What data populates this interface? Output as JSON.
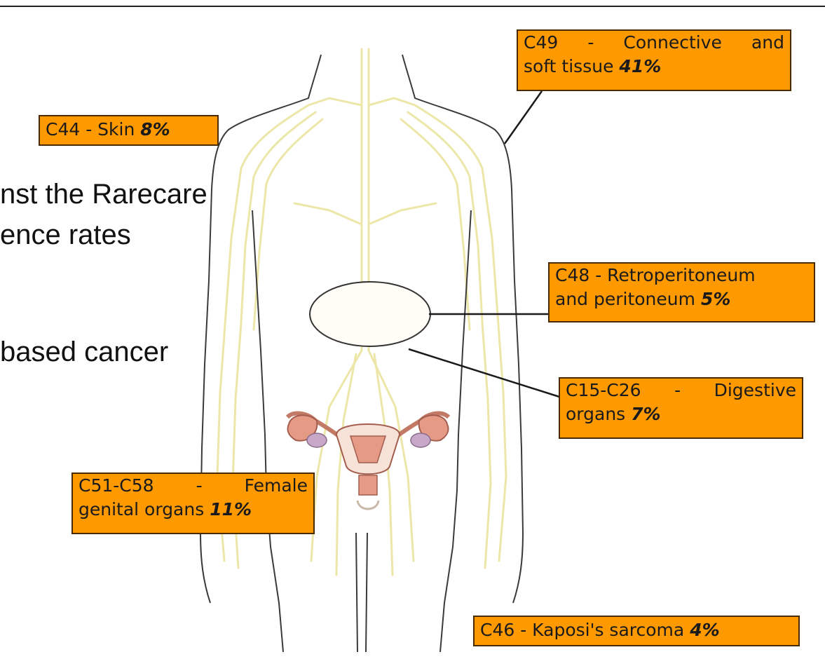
{
  "background_text": {
    "line1": "nst the Rarecare",
    "line2": "ence rates",
    "line3": "based cancer"
  },
  "labels": {
    "c49": {
      "w1": "C49",
      "w2": "-",
      "w3": "Connective",
      "w4": "and",
      "line2": "soft tissue",
      "pct": "41%"
    },
    "c44": {
      "text": "C44 - Skin",
      "pct": "8%"
    },
    "c48": {
      "line1": "C48 - Retroperitoneum",
      "line2": "and peritoneum",
      "pct": "5%"
    },
    "c15": {
      "w1": "C15-C26",
      "w2": "-",
      "w3": "Digestive",
      "line2": "organs",
      "pct": "7%"
    },
    "c51": {
      "w1": "C51-C58",
      "w2": "-",
      "w3": "Female",
      "line2": "genital organs",
      "pct": "11%"
    },
    "c46": {
      "text": "C46 - Kaposi's sarcoma",
      "pct": "4%"
    }
  },
  "colors": {
    "label_fill": "#ff9900",
    "body_outline": "#3a3a3a",
    "nerve": "#ece7a8",
    "organ_pink": "#e49a84",
    "organ_light": "#f7e2d8",
    "ovary": "#c8a8c8"
  }
}
